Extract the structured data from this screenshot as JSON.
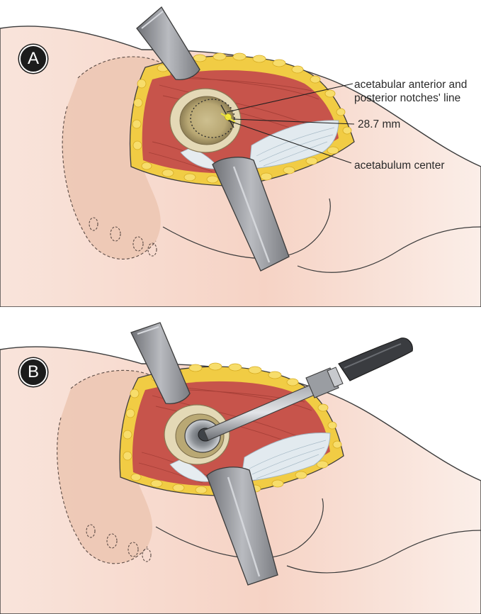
{
  "panels": [
    {
      "label": "A",
      "annotations": {
        "notch_line_line1": "acetabular anterior and",
        "notch_line_line2": "posterior notches' line",
        "distance": "28.7 mm",
        "center": "acetabulum center"
      }
    },
    {
      "label": "B"
    }
  ],
  "colors": {
    "skin": "#f7d8cc",
    "skin_shadow": "#efc5b6",
    "bone_outline": "#e6c3b0",
    "muscle": "#c9584e",
    "fat": "#f2cf4a",
    "tendon": "#dfe8ee",
    "acetabulum": "#d9cda6",
    "retractor": "#8c8e93",
    "reamer": "#6d7075"
  }
}
